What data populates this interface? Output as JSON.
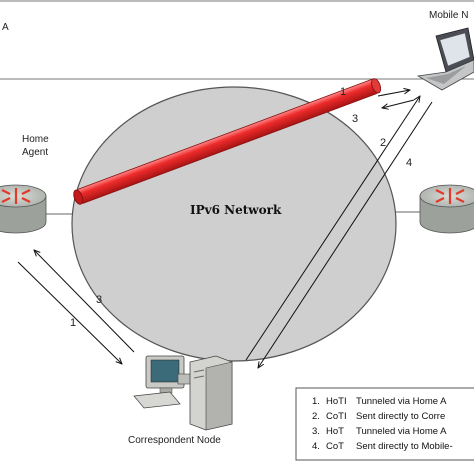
{
  "labels": {
    "mobile_node": "Mobile N",
    "corner_fragment": "A",
    "home_agent_line1": "Home",
    "home_agent_line2": "Agent",
    "network": "IPv6 Network",
    "correspondent_node": "Correspondent Node"
  },
  "arrow_numbers": {
    "tunnel_top": "1",
    "tunnel_bottom": "3",
    "direct_up": "2",
    "direct_down": "4",
    "home_upper": "3",
    "home_lower": "1"
  },
  "legend": {
    "items": [
      {
        "num": "1.",
        "abbr": "HoTI",
        "text": "Tunneled via Home A"
      },
      {
        "num": "2.",
        "abbr": "CoTI",
        "text": "Sent directly to Corre"
      },
      {
        "num": "3.",
        "abbr": "HoT",
        "text": "Tunneled via Home A"
      },
      {
        "num": "4.",
        "abbr": "CoT",
        "text": "Sent directly to Mobile-"
      }
    ]
  },
  "colors": {
    "network_fill": "#cfcfcf",
    "tunnel": "#e8262a",
    "router": "#b9bdb8",
    "router_arrows": "#e23a2a"
  },
  "icons": {
    "router_left": "router-icon",
    "router_right": "router-icon",
    "mobile": "laptop-icon",
    "correspondent": "desktop-computer-icon"
  }
}
